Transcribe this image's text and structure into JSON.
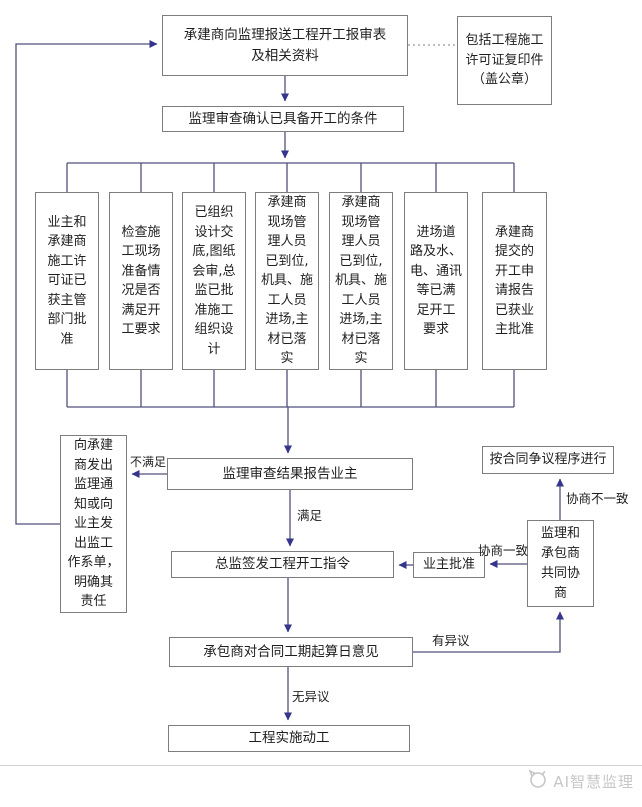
{
  "diagram": {
    "nodes": {
      "start": {
        "text": "承建商向监理报送工程开工报审表\n及相关资料"
      },
      "note": {
        "text": "包括工程施工\n许可证复印件\n（盖公章）"
      },
      "review": {
        "text": "监理审查确认已具备开工的条件"
      },
      "conditions": [
        {
          "text": "业主和\n承建商\n施工许\n可证已\n获主管\n部门批\n准"
        },
        {
          "text": "检查施\n工现场\n准备情\n况是否\n满足开\n工要求"
        },
        {
          "text": "已组织\n设计交\n底,图纸\n会审,总\n监已批\n准施工\n组织设\n计"
        },
        {
          "text": "承建商\n现场管\n理人员\n已到位,\n机具、施\n工人员\n进场,主\n材已落\n实"
        },
        {
          "text": "承建商\n现场管\n理人员\n已到位,\n机具、施\n工人员\n进场,主\n材已落\n实"
        },
        {
          "text": "进场道\n路及水、\n电、通讯\n等已满\n足开工\n要求"
        },
        {
          "text": "承建商\n提交的\n开工申\n请报告\n已获业\n主批准"
        }
      ],
      "notify": {
        "text": "向承建\n商发出\n监理通\n知或向\n业主发\n出监工\n作系单，\n明确其\n责任"
      },
      "report": {
        "text": "监理审查结果报告业主"
      },
      "directive": {
        "text": "总监签发工程开工指令"
      },
      "owner_approve": {
        "text": "业主批准"
      },
      "negotiate": {
        "text": "监理和\n承包商\n共同协\n商"
      },
      "dispute": {
        "text": "按合同争议程序进行"
      },
      "opinion": {
        "text": "承包商对合同工期起算日意见"
      },
      "construction": {
        "text": "工程实施动工"
      }
    },
    "labels": {
      "not_satisfied": "不满足",
      "satisfied": "满足",
      "no_objection": "无异议",
      "objection": "有异议",
      "agree": "协商一致",
      "disagree": "协商不一致"
    },
    "colors": {
      "arrow": "#35358c",
      "line": "#50507d",
      "border": "#7d7d7d",
      "dotted": "#9a9a9a",
      "watermark": "#c7c7c7"
    },
    "footer": {
      "watermark": "AI智慧监理"
    }
  }
}
